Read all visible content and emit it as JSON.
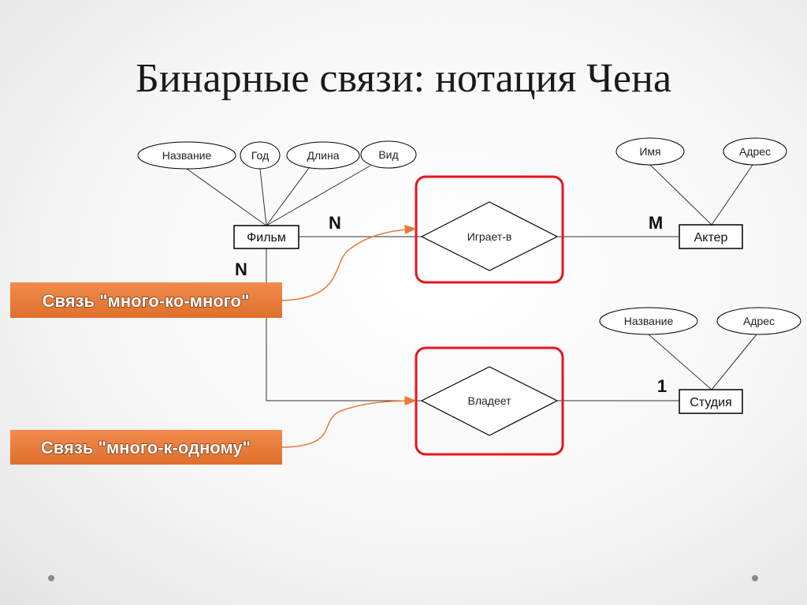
{
  "title": "Бинарные связи: нотация Чена",
  "entities": {
    "film": "Фильм",
    "actor": "Актер",
    "studio": "Студия"
  },
  "film_attributes": [
    "Название",
    "Год",
    "Длина",
    "Вид"
  ],
  "actor_attributes": [
    "Имя",
    "Адрес"
  ],
  "studio_attributes": [
    "Название",
    "Адрес"
  ],
  "relationships": {
    "plays_in": "Играет-в",
    "owns": "Владеет"
  },
  "cardinalities": {
    "film_plays": "N",
    "actor_plays": "M",
    "film_owns": "N",
    "studio_owns": "1"
  },
  "callouts": {
    "many_to_many": "Связь \"много-ко-много\"",
    "many_to_one": "Связь \"много-к-одному\""
  },
  "colors": {
    "highlight": "#e8141c",
    "callout": "#e8793a"
  }
}
